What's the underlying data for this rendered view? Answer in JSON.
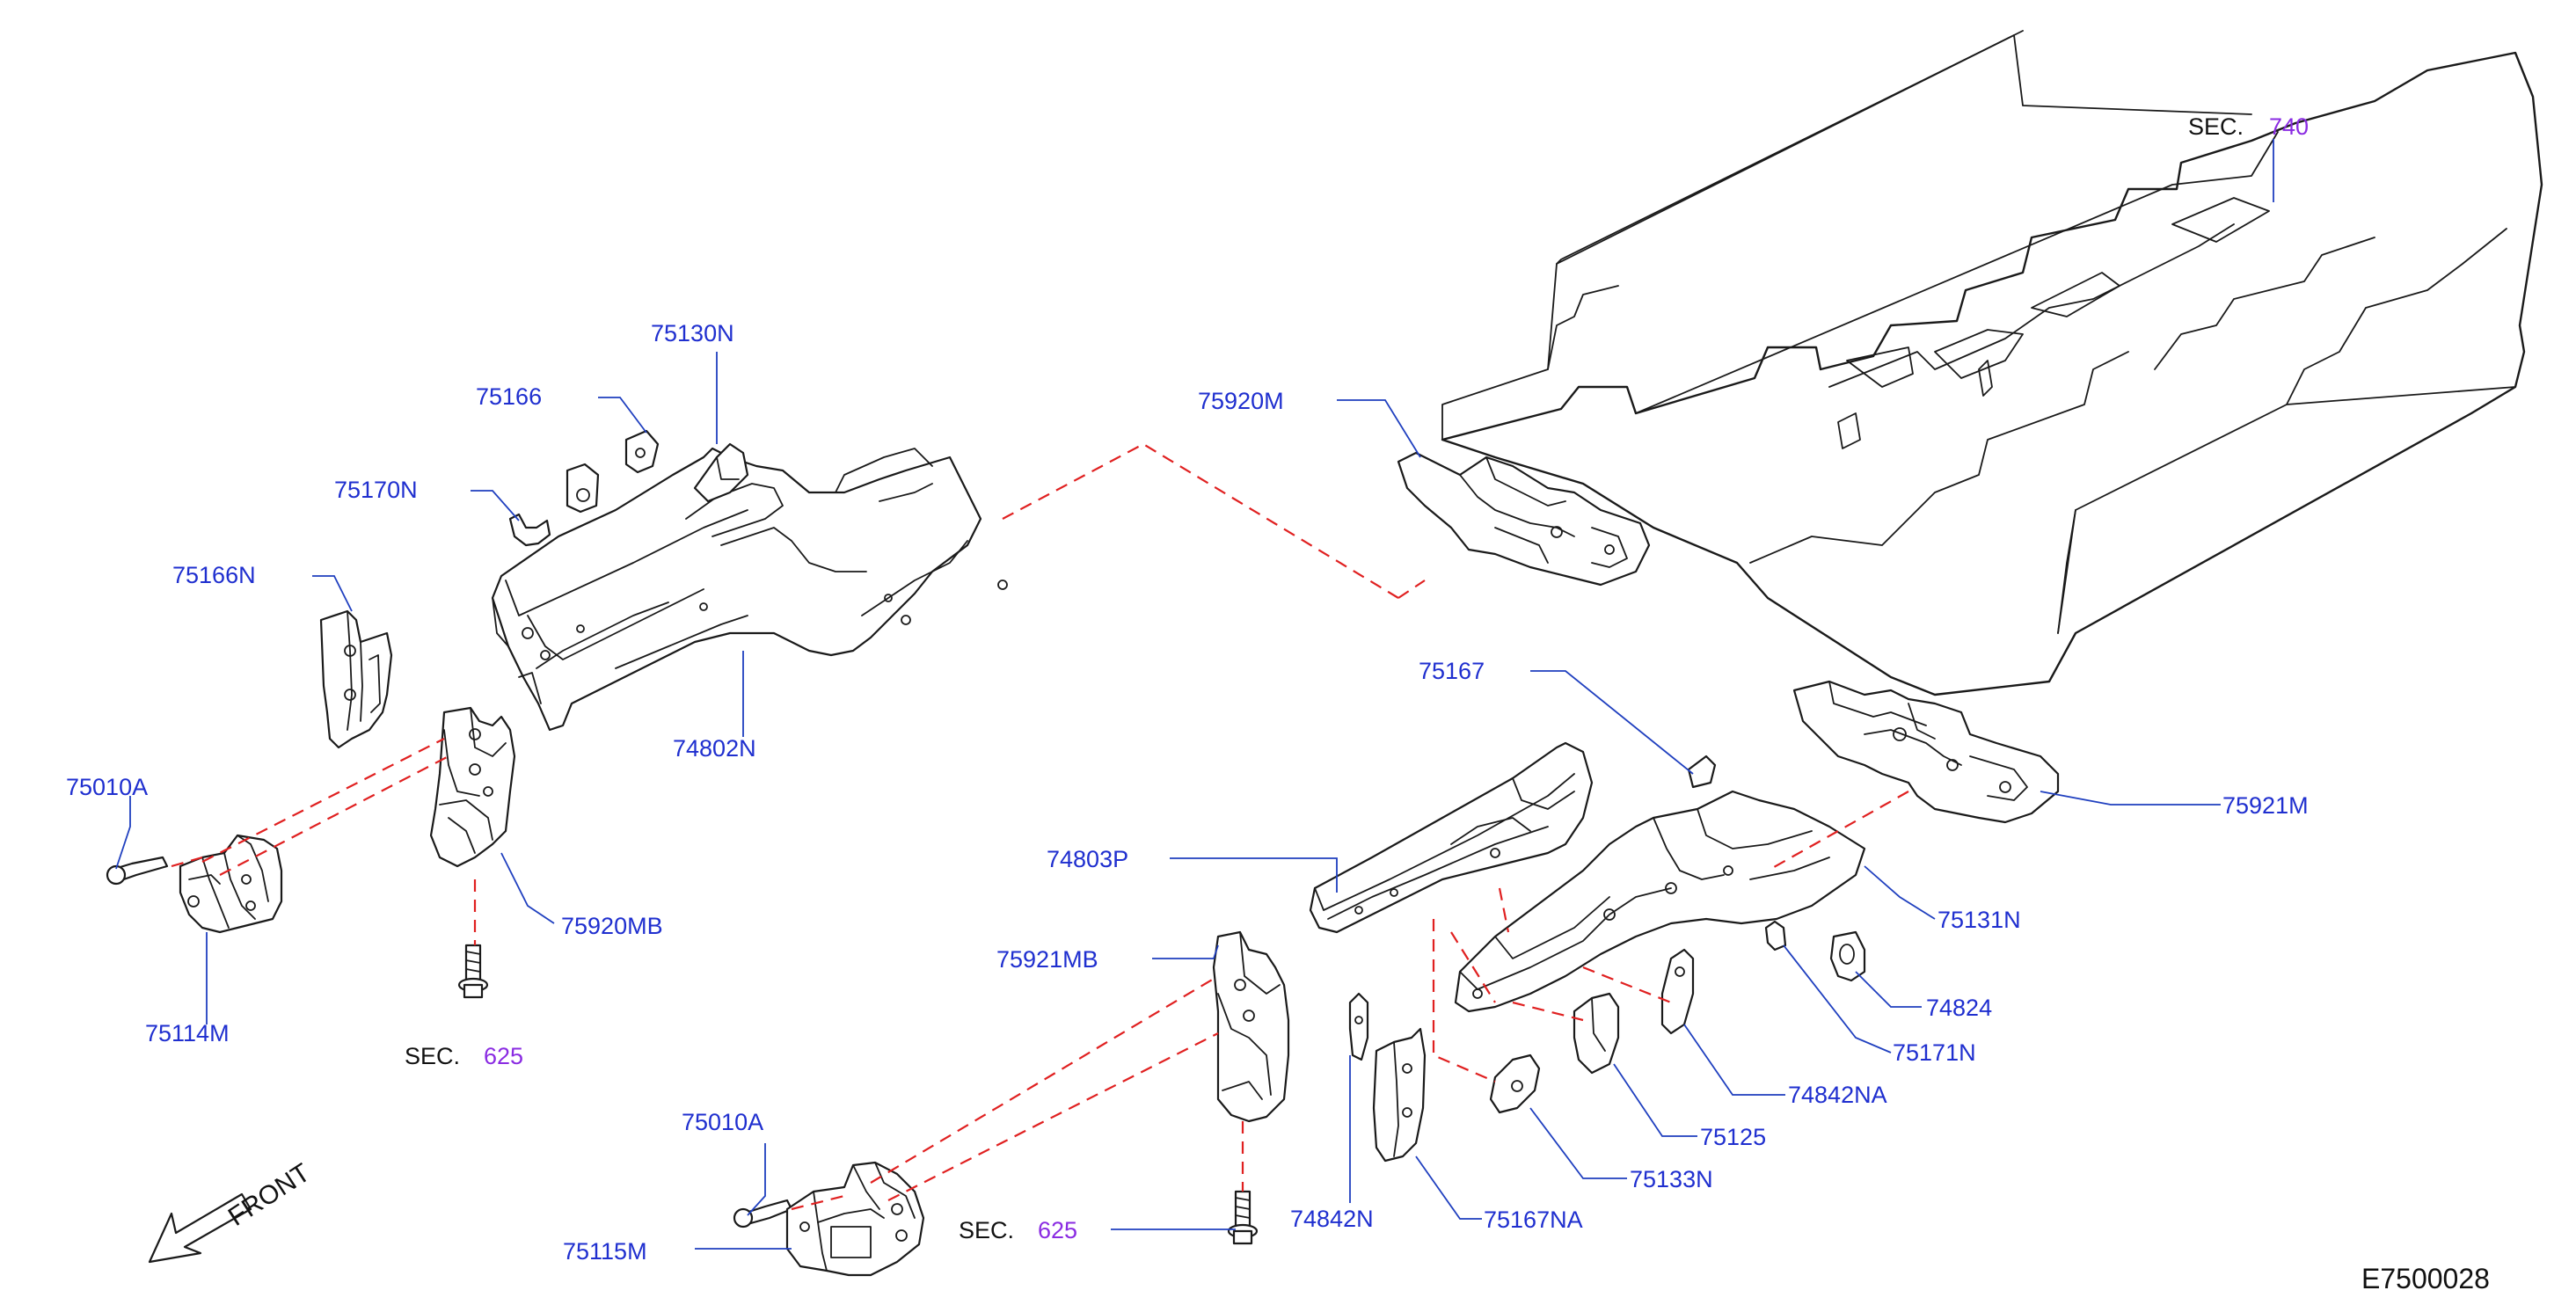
{
  "labels": {
    "p75130N": "75130N",
    "p75166": "75166",
    "p75170N": "75170N",
    "p75166N": "75166N",
    "p75010A_top": "75010A",
    "p75114M": "75114M",
    "p75920MB": "75920MB",
    "p74802N": "74802N",
    "p75920M": "75920M",
    "p75167": "75167",
    "p75921M": "75921M",
    "p74803P": "74803P",
    "p75131N": "75131N",
    "p75921MB": "75921MB",
    "p74824": "74824",
    "p75171N": "75171N",
    "p74842NA": "74842NA",
    "p75125": "75125",
    "p75133N": "75133N",
    "p75010A_bottom": "75010A",
    "p74842N": "74842N",
    "p75167NA": "75167NA",
    "p75115M": "75115M"
  },
  "sections": {
    "top_right": {
      "prefix": "SEC.",
      "number": "740"
    },
    "left": {
      "prefix": "SEC.",
      "number": "625"
    },
    "bottom": {
      "prefix": "SEC.",
      "number": "625"
    }
  },
  "front_indicator": "FRONT",
  "diagram_code": "E7500028",
  "colors": {
    "label": "#1f2fcf",
    "section_number": "#8a2be2",
    "dashed_line": "#e02020",
    "outline": "#1a1a1a"
  }
}
